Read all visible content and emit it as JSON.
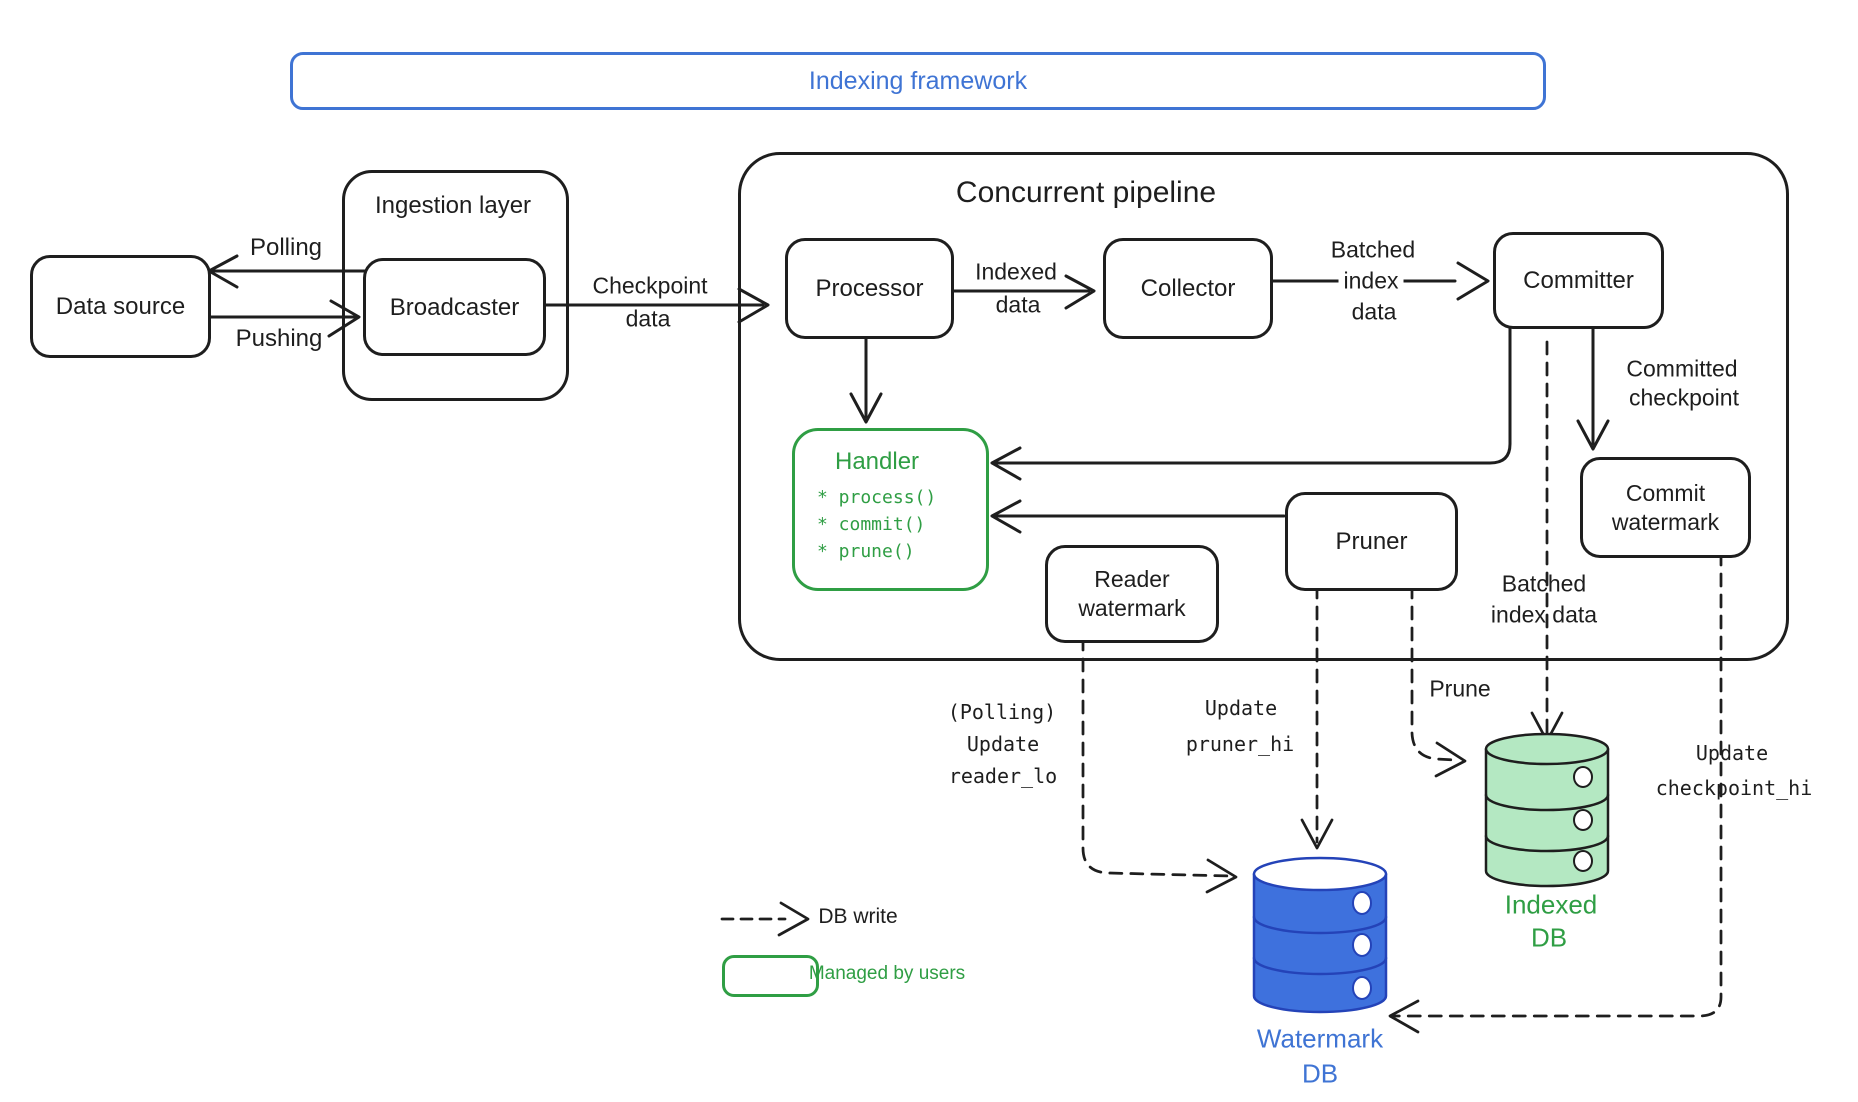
{
  "banner": {
    "title": "Indexing framework"
  },
  "nodes": {
    "data_source": {
      "label": "Data source"
    },
    "ingestion": {
      "label": "Ingestion layer"
    },
    "broadcaster": {
      "label": "Broadcaster"
    },
    "pipeline": {
      "title": "Concurrent pipeline"
    },
    "processor": {
      "label": "Processor"
    },
    "collector": {
      "label": "Collector"
    },
    "committer": {
      "label": "Committer"
    },
    "commit_watermark": {
      "lines": [
        "Commit",
        "watermark"
      ]
    },
    "handler": {
      "title": "Handler",
      "methods": [
        "* process()",
        "* commit()",
        "* prune()"
      ]
    },
    "reader_watermark": {
      "lines": [
        "Reader",
        "watermark"
      ]
    },
    "pruner": {
      "label": "Pruner"
    }
  },
  "edges": {
    "polling": {
      "label": "Polling"
    },
    "pushing": {
      "label": "Pushing"
    },
    "checkpoint_data": {
      "lines": [
        "Checkpoint",
        "data"
      ]
    },
    "indexed_data": {
      "lines": [
        "Indexed",
        "data"
      ]
    },
    "batched_index_data": {
      "lines": [
        "Batched",
        "index",
        "data"
      ]
    },
    "committed_checkpoint": {
      "lines": [
        "Committed",
        "checkpoint"
      ]
    },
    "batched_index_data_db": {
      "lines": [
        "Batched",
        "index data"
      ]
    },
    "prune": {
      "label": "Prune"
    },
    "update_reader_lo": {
      "lines": [
        "(Polling)",
        "Update",
        "reader_lo"
      ]
    },
    "update_pruner_hi": {
      "lines": [
        "Update",
        "pruner_hi"
      ]
    },
    "update_checkpoint_hi": {
      "lines": [
        "Update",
        "checkpoint_hi"
      ]
    }
  },
  "databases": {
    "watermark_db": {
      "lines": [
        "Watermark",
        "DB"
      ],
      "fill": "#3e71dd",
      "stroke": "#2443b8",
      "label_color": "#3f74d4"
    },
    "indexed_db": {
      "lines": [
        "Indexed",
        "DB"
      ],
      "fill": "#b4e8c2",
      "stroke": "#1e1e1e",
      "label_color": "#2f9e44"
    }
  },
  "legend": {
    "db_write": {
      "label": "DB write"
    },
    "managed_by_users": {
      "label": "Managed by users"
    }
  },
  "colors": {
    "ink": "#1e1e1e",
    "blue": "#3f74d4",
    "green": "#2f9e44"
  }
}
